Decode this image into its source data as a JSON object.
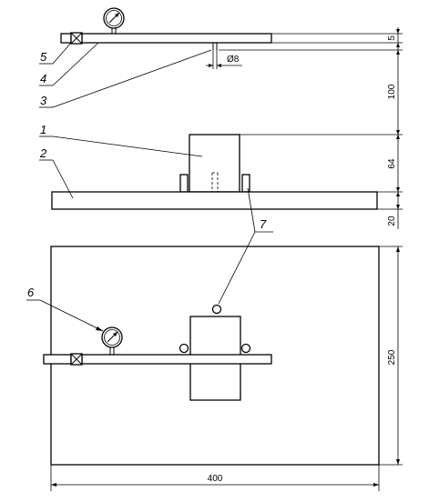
{
  "callouts": {
    "c1": "1",
    "c2": "2",
    "c3": "3",
    "c4": "4",
    "c5": "5",
    "c6": "6",
    "c7": "7"
  },
  "dimensions": {
    "pipe_height": "5",
    "pipe_gap": "100",
    "block_height": "64",
    "base_height": "20",
    "base_width": "250",
    "base_length": "400",
    "hole_diameter": "Ø8"
  },
  "icons": {
    "gauge": "pressure-gauge-icon",
    "valve": "valve-icon"
  }
}
